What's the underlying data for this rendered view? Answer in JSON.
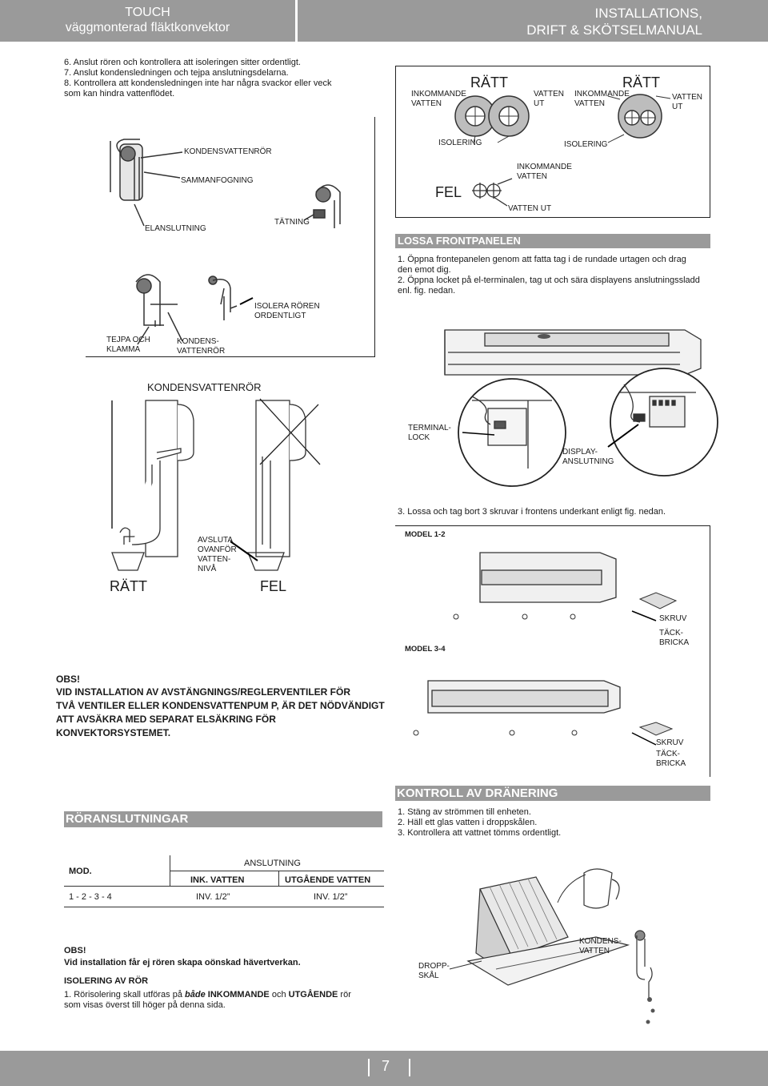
{
  "header": {
    "left_line1": "TOUCH",
    "left_line2": "väggmonterad fläktkonvektor",
    "right_line1": "INSTALLATIONS,",
    "right_line2": "DRIFT & SKÖTSELMANUAL"
  },
  "intro_steps": [
    "6. Anslut rören och kontrollera att isoleringen sitter ordentligt.",
    "7. Anslut kondensledningen och tejpa anslutningsdelarna.",
    "8. Kontrollera att kondensledningen inte har några svackor eller veck",
    "som kan hindra vattenflödet."
  ],
  "insulation_figure": {
    "ratt": "RÄTT",
    "fel": "FEL",
    "inkommande_vatten_l1": "INKOMMANDE",
    "inkommande_vatten_l2": "VATTEN",
    "vatten_ut_l1": "VATTEN",
    "vatten_ut_l2": "UT",
    "isolering": "ISOLERING",
    "vatten_ut": "VATTEN UT"
  },
  "pipe_figure": {
    "kondensvattenror": "KONDENSVATTENRÖR",
    "sammanfogning": "SAMMANFOGNING",
    "elanslutning": "ELANSLUTNING",
    "tatning": "TÄTNING",
    "isolera_l1": "ISOLERA RÖREN",
    "isolera_l2": "ORDENTLIGT",
    "tejpa_l1": "TEJPA OCH",
    "tejpa_l2": "KLAMMA",
    "kondens_l1": "KONDENS-",
    "kondens_l2": "VATTENRÖR"
  },
  "drain_figure": {
    "title": "KONDENSVATTENRÖR",
    "avsluta": [
      "AVSLUTA",
      "OVANFÖR",
      "VATTEN-",
      "NIVÅ"
    ],
    "ratt": "RÄTT",
    "fel": "FEL"
  },
  "lossa": {
    "title": "LOSSA FRONTPANELEN",
    "steps": [
      "1. Öppna frontepanelen genom att fatta tag i de rundade urtagen och drag",
      "den emot dig.",
      "2. Öppna locket på el-terminalen, tag ut och sära displayens anslutningssladd",
      "enl. fig. nedan."
    ],
    "terminal_l1": "TERMINAL-",
    "terminal_l2": "LOCK",
    "display_l1": "DISPLAY-",
    "display_l2": "ANSLUTNING",
    "step3": "3. Lossa och tag bort 3 skruvar i frontens underkant enligt fig. nedan."
  },
  "models": {
    "model12": "MODEL 1-2",
    "model34": "MODEL 3-4",
    "skruv": "SKRUV",
    "tack_l1": "TÄCK-",
    "tack_l2": "BRICKA"
  },
  "obs1": {
    "title": "OBS!",
    "lines": [
      "VID INSTALLATION AV AVSTÄNGNINGS/REGLERVENTILER  FÖR",
      "TVÅ VENTILER ELLER KONDENSVATTENPUM P, ÄR DET NÖDVÄNDIGT",
      "ATT AVSÄKRA MED SEPARAT ELSÄKRING FÖR KONVEKTORSYSTEMET."
    ]
  },
  "kontroll": {
    "title": "KONTROLL AV DRÄNERING",
    "steps": [
      "1. Stäng av strömmen till enheten.",
      "2. Häll ett glas vatten i droppskålen.",
      "3. Kontrollera att vattnet tömms ordentligt."
    ],
    "kondens_l1": "KONDENS-",
    "kondens_l2": "VATTEN",
    "dropp_l1": "DROPP-",
    "dropp_l2": "SKÅL"
  },
  "roranslutningar": {
    "title": "RÖRANSLUTNINGAR",
    "col_mod": "MOD.",
    "col_anslutning": "ANSLUTNING",
    "col_ink": "INK. VATTEN",
    "col_utg": "UTGÅENDE VATTEN",
    "row_mod": "1 - 2 - 3 - 4",
    "row_ink": "INV. 1/2”",
    "row_utg": "INV. 1/2”"
  },
  "obs2": {
    "title": "OBS!",
    "text": "Vid installation får ej rören skapa oönskad hävertverkan.",
    "iso_title": "ISOLERING AV RÖR",
    "iso_l1_pre": "1. Rörisolering skall utföras på ",
    "iso_l1_em": "både",
    "iso_l1_mid": " INKOMMANDE",
    "iso_l1_and": " och ",
    "iso_l1_ut": "UTGÅENDE",
    "iso_l1_post": " rör",
    "iso_l2": "som visas överst till höger på denna sida."
  },
  "footer": {
    "page": "7"
  }
}
